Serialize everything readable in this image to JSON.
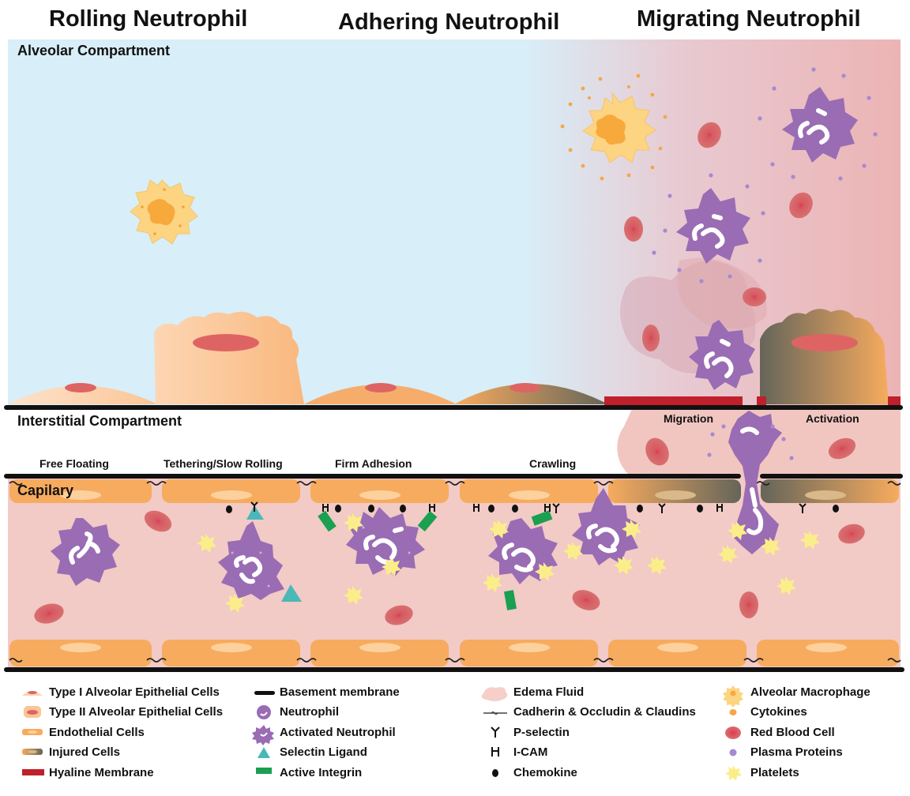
{
  "titles": {
    "rolling": "Rolling Neutrophil",
    "adhering": "Adhering Neutrophil",
    "migrating": "Migrating Neutrophil"
  },
  "compartments": {
    "alveolar": "Alveolar Compartment",
    "interstitial": "Interstitial Compartment",
    "capillary": "Capilary"
  },
  "stages": {
    "free_floating": "Free Floating",
    "tethering": "Tethering/Slow Rolling",
    "firm_adhesion": "Firm Adhesion",
    "crawling": "Crawling",
    "migration": "Migration",
    "activation": "Activation"
  },
  "legend": [
    {
      "label": "Type I Alveolar Epithelial Cells",
      "icon": "type1-cell-icon"
    },
    {
      "label": "Type II Alveolar Epithelial Cells",
      "icon": "type2-cell-icon"
    },
    {
      "label": "Endothelial Cells",
      "icon": "endothelial-cell-icon"
    },
    {
      "label": "Injured Cells",
      "icon": "injured-cell-icon"
    },
    {
      "label": "Hyaline Membrane",
      "icon": "hyaline-membrane-icon"
    },
    {
      "label": "Basement membrane",
      "icon": "basement-membrane-icon"
    },
    {
      "label": "Neutrophil",
      "icon": "neutrophil-icon"
    },
    {
      "label": "Activated Neutrophil",
      "icon": "activated-neutrophil-icon"
    },
    {
      "label": "Selectin Ligand",
      "icon": "selectin-ligand-icon"
    },
    {
      "label": "Active Integrin",
      "icon": "active-integrin-icon"
    },
    {
      "label": "Edema Fluid",
      "icon": "edema-fluid-icon"
    },
    {
      "label": "Cadherin & Occludin & Claudins",
      "icon": "junction-icon"
    },
    {
      "label": "P-selectin",
      "icon": "p-selectin-icon"
    },
    {
      "label": "I-CAM",
      "icon": "icam-icon"
    },
    {
      "label": "Chemokine",
      "icon": "chemokine-icon"
    },
    {
      "label": "Alveolar Macrophage",
      "icon": "macrophage-icon"
    },
    {
      "label": "Cytokines",
      "icon": "cytokine-icon"
    },
    {
      "label": "Red Blood Cell",
      "icon": "red-blood-cell-icon"
    },
    {
      "label": "Plasma Proteins",
      "icon": "plasma-protein-icon"
    },
    {
      "label": "Platelets",
      "icon": "platelet-icon"
    }
  ],
  "colors": {
    "alveolar_space": "#d8eef8",
    "inflamed_space": "#ecb6b6",
    "capillary_lumen": "#f2cac6",
    "endothelial": "#f7ab5e",
    "type1_cell": "#fbd3b0",
    "nucleus": "#de6464",
    "hyaline": "#c0202c",
    "neutrophil": "#9a6cb4",
    "macrophage": "#fcd482",
    "integrin": "#1aa050",
    "selectin_ligand": "#4bb8b8",
    "platelet": "#fbee8a",
    "rbc": "#d96464",
    "injured": "#6a6a5c"
  }
}
